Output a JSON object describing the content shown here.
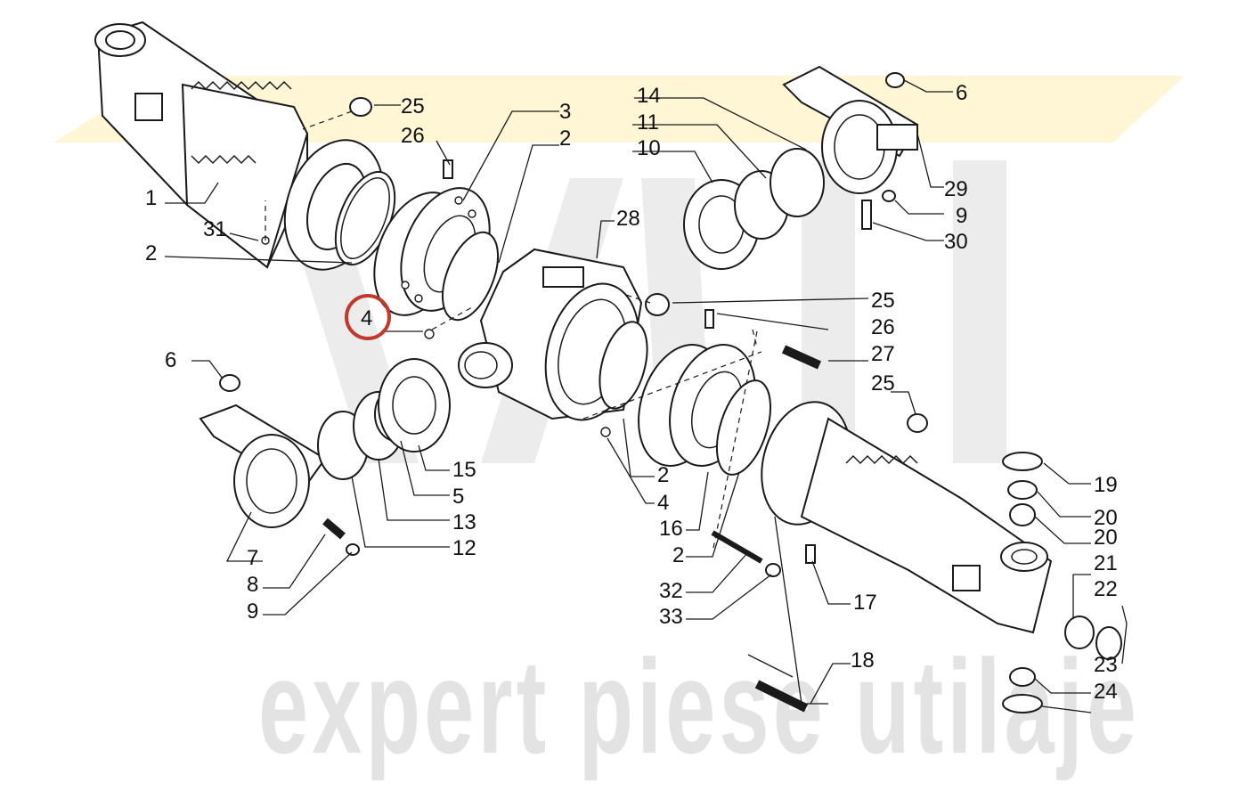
{
  "watermark": {
    "text": "expert piese utilaje",
    "color": "#e3e3e3",
    "accent": "#fff6d6"
  },
  "highlight_color": "#c0392b",
  "labels": {
    "l25a": "25",
    "l26a": "26",
    "l3": "3",
    "l2a": "2",
    "l1": "1",
    "l31": "31",
    "l2b": "2",
    "l4": "4",
    "l28": "28",
    "l14": "14",
    "l11": "11",
    "l10": "10",
    "l6a": "6",
    "l29": "29",
    "l9a": "9",
    "l30": "30",
    "l25b": "25",
    "l26b": "26",
    "l27": "27",
    "l25c": "25",
    "l6b": "6",
    "l15": "15",
    "l5": "5",
    "l13": "13",
    "l12": "12",
    "l7": "7",
    "l8": "8",
    "l9b": "9",
    "l2c": "2",
    "l4b": "4",
    "l16": "16",
    "l2d": "2",
    "l32": "32",
    "l33": "33",
    "l17": "17",
    "l18": "18",
    "l19": "19",
    "l20": "20",
    "l21": "21",
    "l22": "22",
    "l23": "23",
    "l24": "24"
  }
}
